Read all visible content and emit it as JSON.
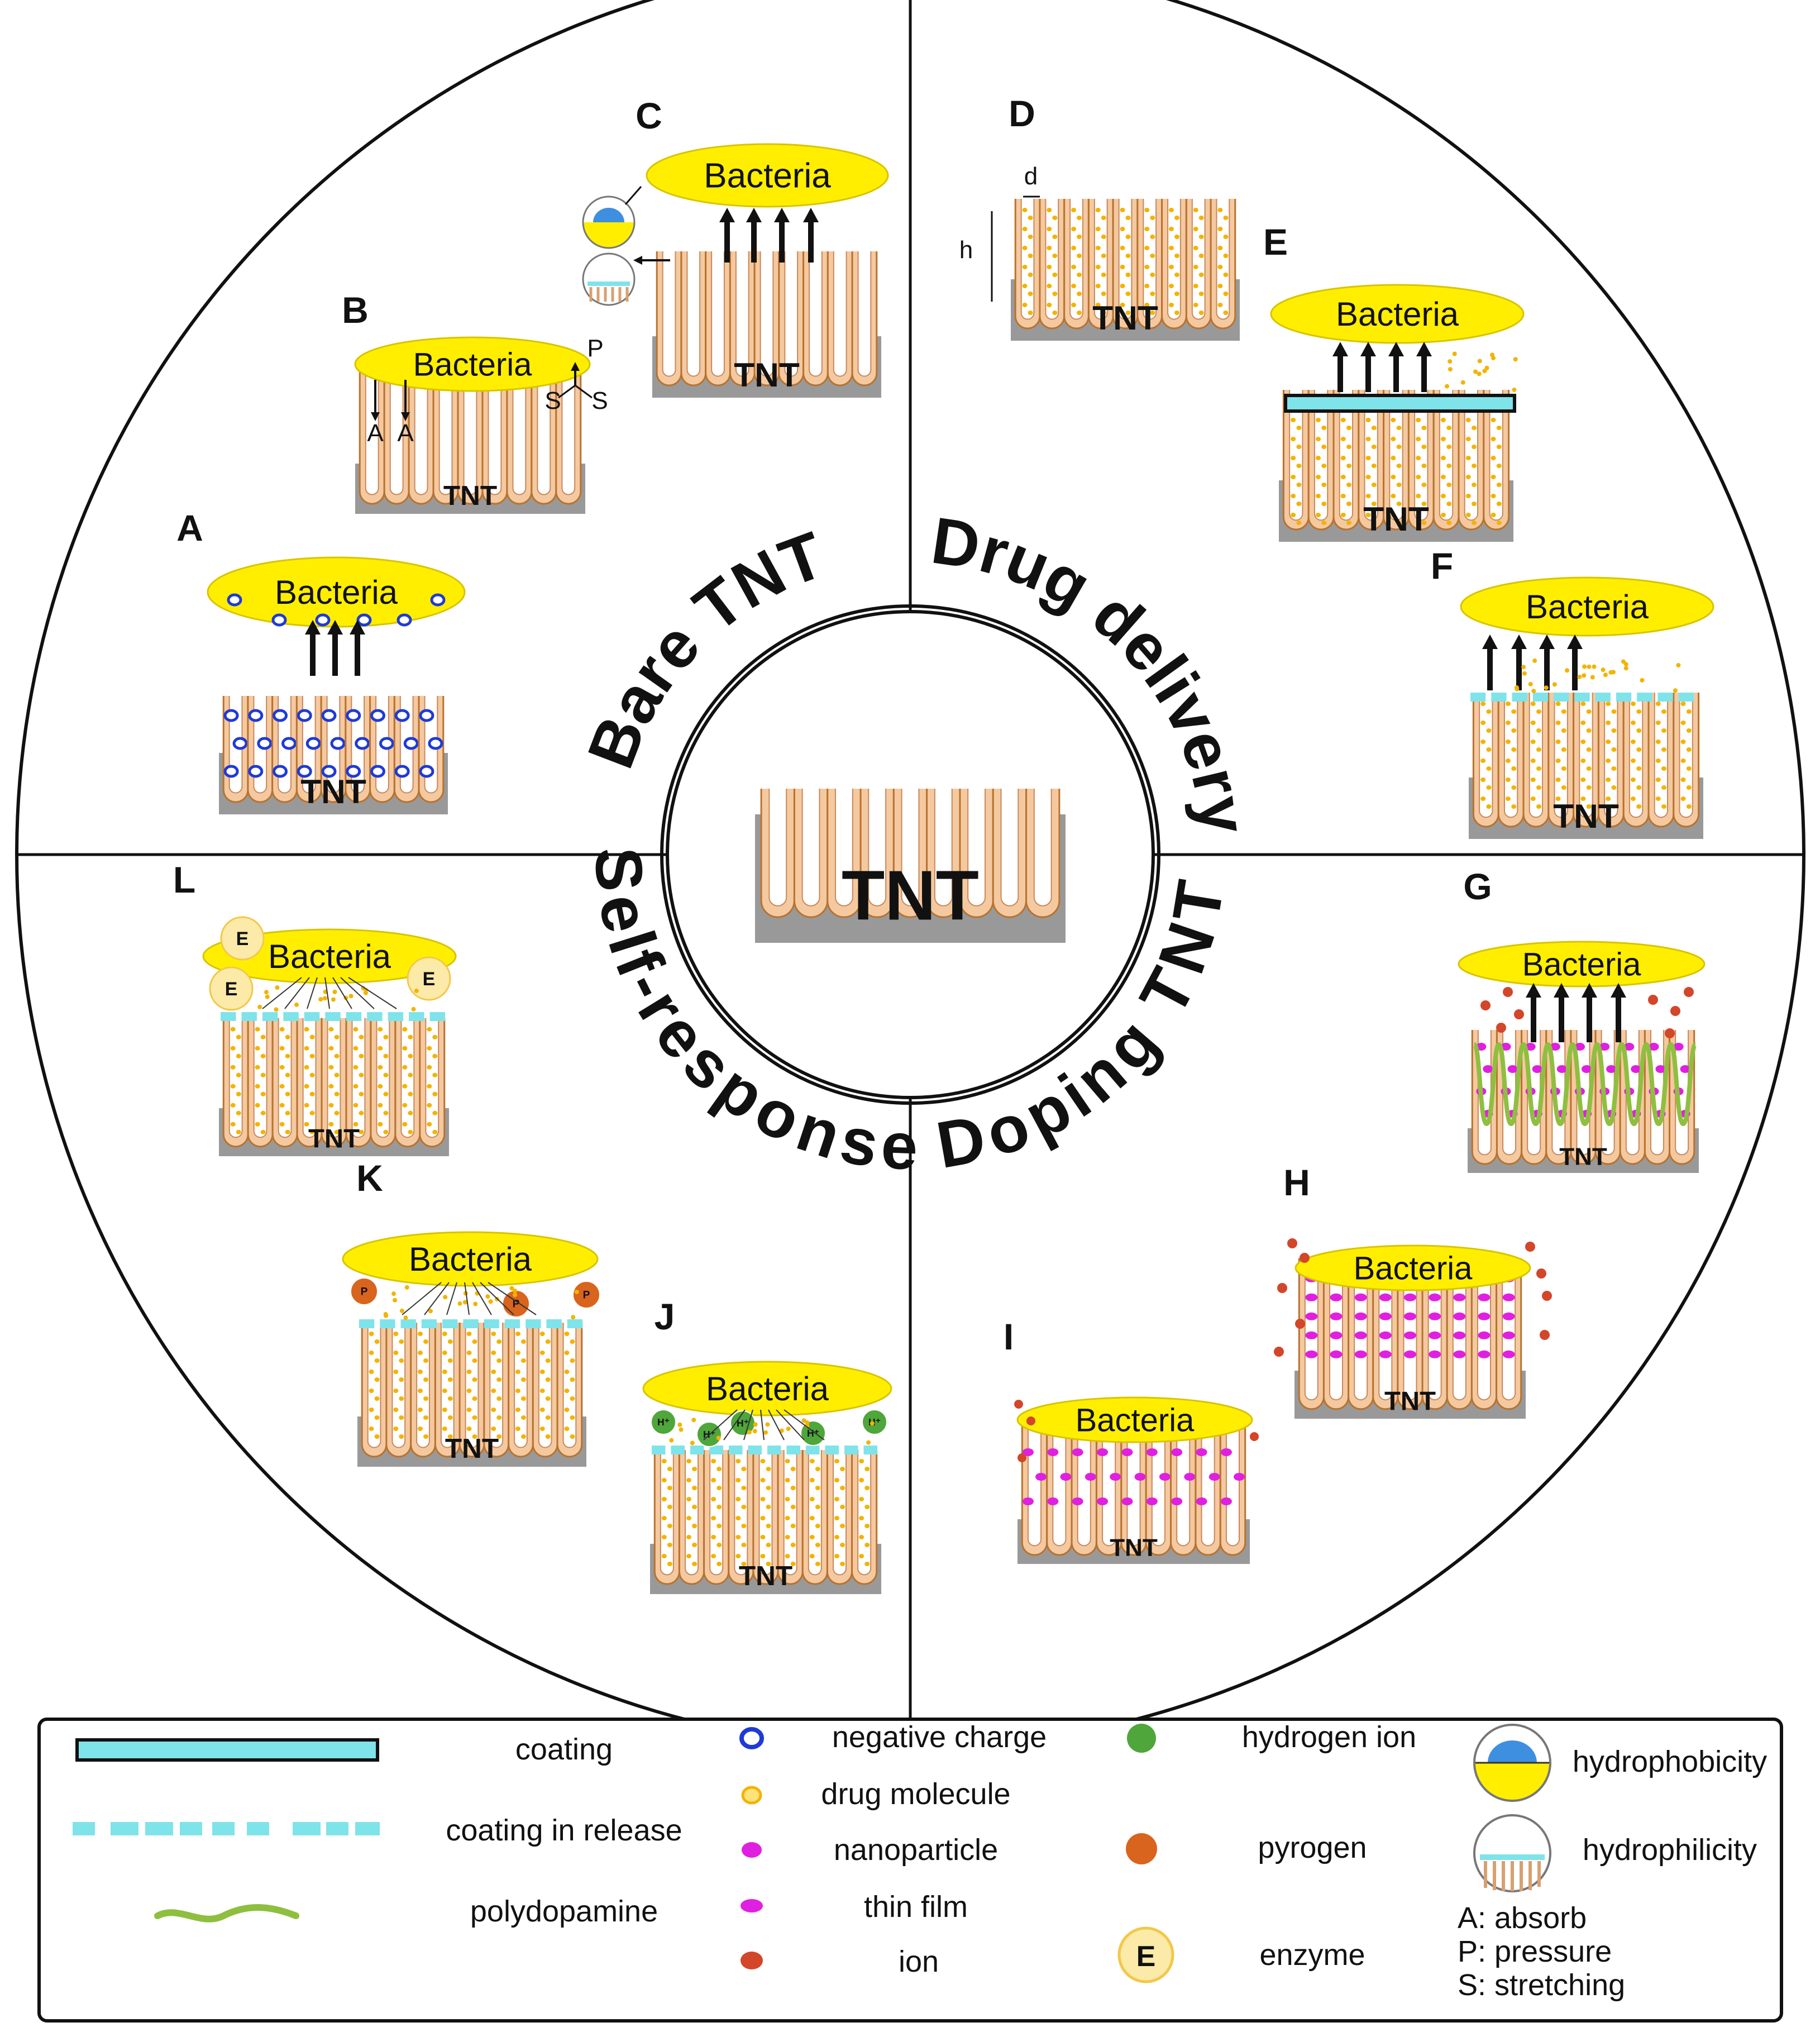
{
  "center": {
    "label": "TNT"
  },
  "rings": {
    "bare": "Bare TNT",
    "drug": "Drug delivery",
    "doping": "Doping TNT",
    "self": "Self-response"
  },
  "common": {
    "bacteria": "Bacteria",
    "tnt": "TNT"
  },
  "panels": {
    "A": {
      "letter": "A"
    },
    "B": {
      "letter": "B",
      "marks": {
        "a": "A",
        "p": "P",
        "s": "S"
      }
    },
    "C": {
      "letter": "C"
    },
    "D": {
      "letter": "D",
      "d": "d",
      "h": "h"
    },
    "E": {
      "letter": "E"
    },
    "F": {
      "letter": "F"
    },
    "G": {
      "letter": "G"
    },
    "H": {
      "letter": "H"
    },
    "I": {
      "letter": "I"
    },
    "J": {
      "letter": "J",
      "ion": "H⁺"
    },
    "K": {
      "letter": "K",
      "ion": "P"
    },
    "L": {
      "letter": "L",
      "ion": "E"
    }
  },
  "legend": {
    "coating": "coating",
    "coating_release": "coating in release",
    "polydopamine": "polydopamine",
    "negative_charge": "negative charge",
    "drug_molecule": "drug molecule",
    "nanoparticle": "nanoparticle",
    "thin_film": "thin film",
    "ion": "ion",
    "hydrogen_ion": "hydrogen ion",
    "pyrogen": "pyrogen",
    "enzyme": "enzyme",
    "enzyme_mark": "E",
    "hydrophobicity": "hydrophobicity",
    "hydrophilicity": "hydrophilicity",
    "abbr_a": "A: absorb",
    "abbr_p": "P: pressure",
    "abbr_s": "S: stretching"
  },
  "colors": {
    "bacteria": "#ffee00",
    "tube": "#f5c9a0",
    "substrate": "#999999",
    "coating": "#7fe3ea",
    "negative_charge": "#1f3ad6",
    "drug": "#f2b400",
    "nanoparticle": "#e020e0",
    "ion": "#d3462a",
    "hydrogen_ion": "#4fa63a",
    "pyrogen": "#d9641e",
    "enzyme": "#fbeaa8",
    "polydopamine": "#8ebf3f",
    "hydrophobic": "#3e8fe0"
  }
}
